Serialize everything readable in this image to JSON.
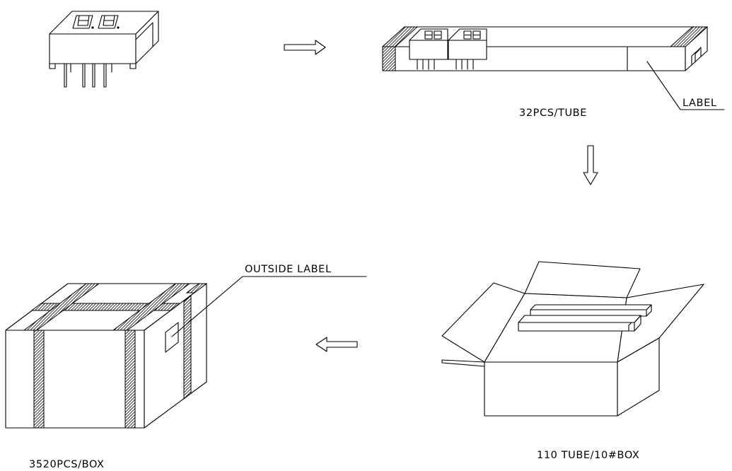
{
  "labels": {
    "tube_label": "LABEL",
    "tube_qty": "32PCS/TUBE",
    "outside_label": "OUTSIDE LABEL",
    "box_qty": "3520PCS/BOX",
    "carton_qty": "110  TUBE/10#BOX"
  }
}
